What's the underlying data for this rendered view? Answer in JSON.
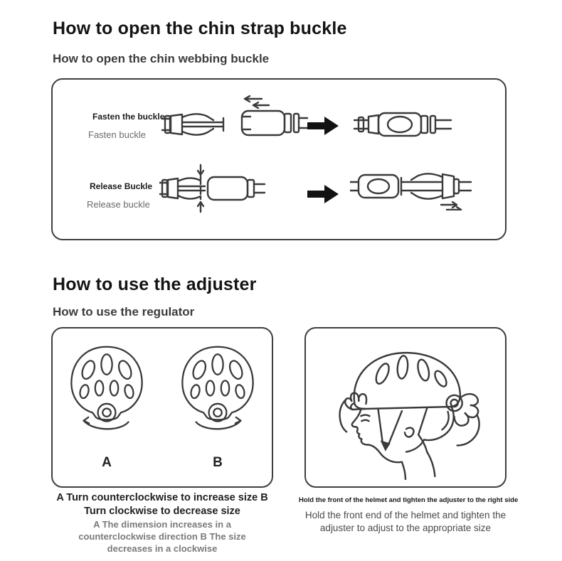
{
  "page": {
    "background": "#ffffff"
  },
  "colors": {
    "line_art": "#3a3a3a",
    "title_text": "#141414",
    "muted_text": "#6b6b6b",
    "solid_arrow": "#121212"
  },
  "section_buckle": {
    "title": "How to open the chin strap buckle",
    "subtitle": "How to open the chin webbing buckle",
    "rows": [
      {
        "label": "Fasten the buckle",
        "sublabel": "Fasten buckle"
      },
      {
        "label": "Release Buckle",
        "sublabel": "Release buckle"
      }
    ]
  },
  "section_adjuster": {
    "title": "How to use the adjuster",
    "subtitle": "How to use the regulator",
    "helmet_a_label": "A",
    "helmet_b_label": "B",
    "left_caption_bold": "A Turn counterclockwise to increase size B Turn clockwise to decrease size",
    "left_caption_muted": "A The dimension increases in a counterclockwise direction B The size decreases in a clockwise",
    "right_caption_bold": "Hold the front of the helmet and tighten the adjuster to the right side",
    "right_caption_muted": "Hold the front end of the helmet and tighten the adjuster to adjust to the appropriate size"
  },
  "icons": [
    "buckle-male-icon",
    "buckle-insert-female-icon",
    "arrow-right-solid-icon",
    "buckle-fastened-icon",
    "buckle-press-release-icon",
    "buckle-separated-icon",
    "helmet-rear-dial-a-icon",
    "helmet-rear-dial-b-icon",
    "helmet-wearing-adjust-icon"
  ]
}
